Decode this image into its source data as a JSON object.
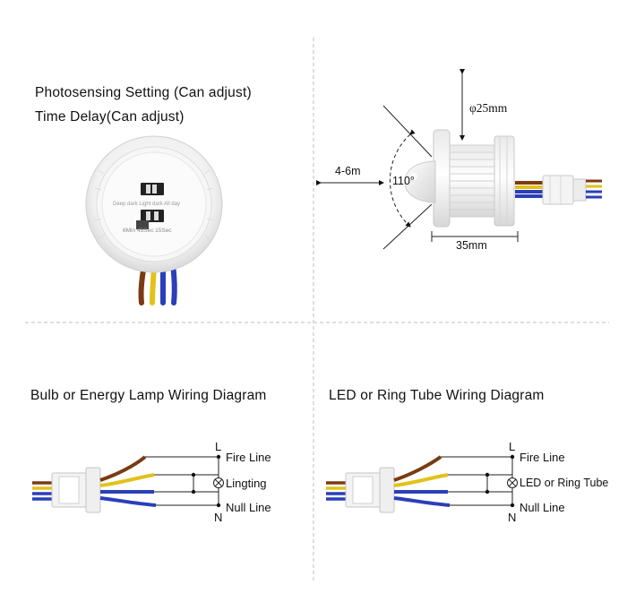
{
  "top_left": {
    "photosensing_label": "Photosensing Setting (Can adjust)",
    "time_delay_label": "Time Delay(Can adjust)",
    "dial_light_label": "Deep dark Light dark All day",
    "dial_time_label": "6Min 45Sec 15Sec"
  },
  "top_right": {
    "diameter_label": "φ25mm",
    "range_label": "4-6m",
    "angle_label": "110°",
    "length_label": "35mm"
  },
  "bulb_diagram": {
    "title": "Bulb or Energy Lamp Wiring Diagram",
    "terminal_l": "L",
    "terminal_n": "N",
    "fire_line": "Fire Line",
    "load_label": "Lingting",
    "null_line": "Null Line"
  },
  "led_diagram": {
    "title": "LED or Ring Tube Wiring Diagram",
    "terminal_l": "L",
    "terminal_n": "N",
    "fire_line": "Fire Line",
    "load_label": "LED or Ring Tube",
    "null_line": "Null Line"
  },
  "colors": {
    "wire_brown": "#7a3b12",
    "wire_yellow": "#e2c21a",
    "wire_blue": "#2a3fb8",
    "divider": "#bdbdbd",
    "line": "#222222"
  }
}
